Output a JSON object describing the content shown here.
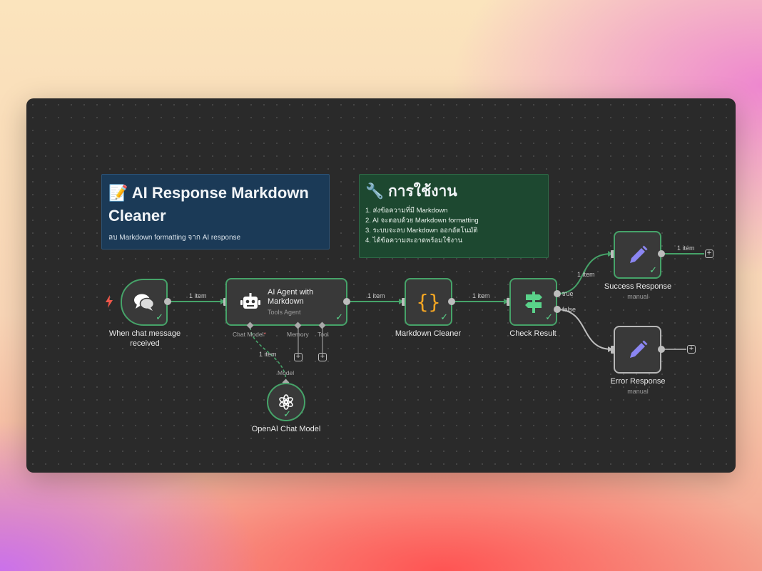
{
  "notes": {
    "main": {
      "emoji": "📝",
      "title": "AI Response Markdown Cleaner",
      "description": "ลบ Markdown formatting จาก AI response"
    },
    "usage": {
      "emoji": "🔧",
      "title": "การใช้งาน",
      "steps": [
        "1. ส่งข้อความที่มี Markdown",
        "2. AI จะตอบด้วย Markdown formatting",
        "3. ระบบจะลบ Markdown ออกอัตโนมัติ",
        "4. ได้ข้อความสะอาดพร้อมใช้งาน"
      ]
    }
  },
  "nodes": {
    "trigger": {
      "label": "When chat message received"
    },
    "agent": {
      "title": "AI Agent with Markdown",
      "subtitle": "Tools Agent"
    },
    "cleaner": {
      "label": "Markdown Cleaner"
    },
    "check": {
      "label": "Check Result"
    },
    "success": {
      "label": "Success Response",
      "subtitle": "manual"
    },
    "error": {
      "label": "Error Response",
      "subtitle": "manual"
    },
    "openai": {
      "label": "OpenAI Chat Model"
    }
  },
  "agent_ports": {
    "chat_model": "Chat Model",
    "required_mark": "*",
    "memory": "Memory",
    "tool": "Tool",
    "model_input": "Model"
  },
  "edges": {
    "trigger_agent": "1 item",
    "agent_cleaner": "1 item",
    "cleaner_check": "1 item",
    "check_success": "1 item",
    "success_out": "1 item",
    "model_agent": "1 item",
    "true_label": "true",
    "false_label": "false"
  },
  "icons": {
    "trigger": "lightning-icon",
    "chat": "chat-bubbles-icon",
    "agent": "robot-icon",
    "cleaner": "curly-braces-icon",
    "check": "signpost-icon",
    "success": "pencil-icon",
    "error": "pencil-icon",
    "openai": "openai-logo-icon",
    "plus": "plus-icon"
  },
  "colors": {
    "canvas": "#2a2a2a",
    "node_active_border": "#46a369",
    "node_inactive_border": "#b7b7b7",
    "edge_active": "#46a369",
    "edge_inactive": "#bdbdbd",
    "note_blue": "#1b3a57",
    "note_green": "#1d4830",
    "braces": "#f5a623",
    "pencil": "#8b86f2",
    "lightning": "#f0574a"
  }
}
